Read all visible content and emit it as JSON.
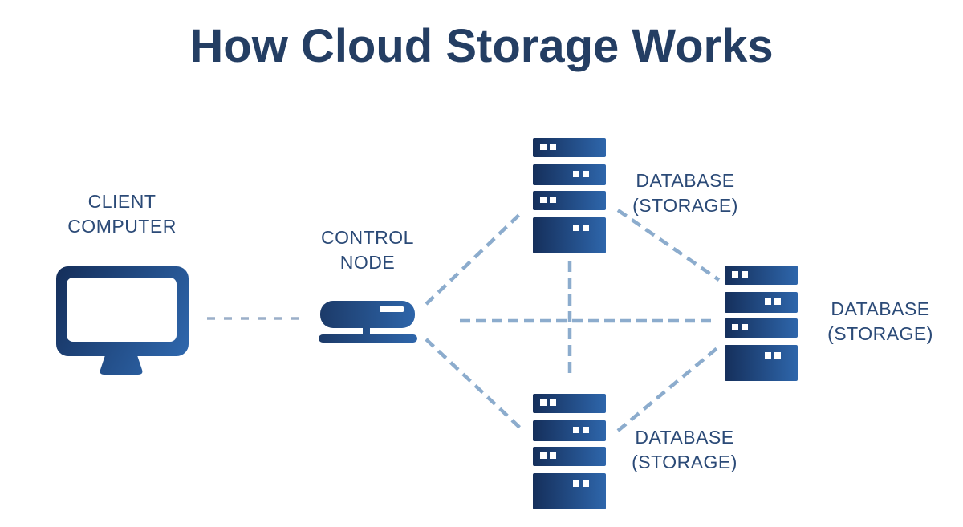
{
  "title": "How Cloud Storage Works",
  "colors": {
    "background": "#ffffff",
    "title_text": "#243e63",
    "label_text": "#2b4a77",
    "icon_gradient_dark": "#152f5b",
    "icon_gradient_light": "#2e66ab",
    "connector_dash": "#8caccd",
    "connector_dash_light": "#9bafc9"
  },
  "nodes": {
    "client_computer": {
      "label": "CLIENT COMPUTER",
      "label_lines": [
        "CLIENT",
        "COMPUTER"
      ],
      "icon": "desktop-computer-icon"
    },
    "control_node": {
      "label": "CONTROL NODE",
      "label_lines": [
        "CONTROL",
        "NODE"
      ],
      "icon": "control-node-icon"
    },
    "database_top": {
      "label": "DATABASE (STORAGE)",
      "label_lines": [
        "DATABASE",
        "(STORAGE)"
      ],
      "icon": "server-stack-icon"
    },
    "database_right": {
      "label": "DATABASE (STORAGE)",
      "label_lines": [
        "DATABASE",
        "(STORAGE)"
      ],
      "icon": "server-stack-icon"
    },
    "database_bottom": {
      "label": "DATABASE (STORAGE)",
      "label_lines": [
        "DATABASE",
        "(STORAGE)"
      ],
      "icon": "server-stack-icon"
    }
  },
  "connections": [
    {
      "from": "client_computer",
      "to": "control_node",
      "style": "dashed"
    },
    {
      "from": "control_node",
      "to": "database_top",
      "style": "dashed"
    },
    {
      "from": "control_node",
      "to": "database_right",
      "style": "dashed"
    },
    {
      "from": "control_node",
      "to": "database_bottom",
      "style": "dashed"
    },
    {
      "from": "database_top",
      "to": "database_right",
      "style": "dashed"
    },
    {
      "from": "database_top",
      "to": "database_bottom",
      "style": "dashed"
    },
    {
      "from": "database_bottom",
      "to": "database_right",
      "style": "dashed"
    }
  ]
}
